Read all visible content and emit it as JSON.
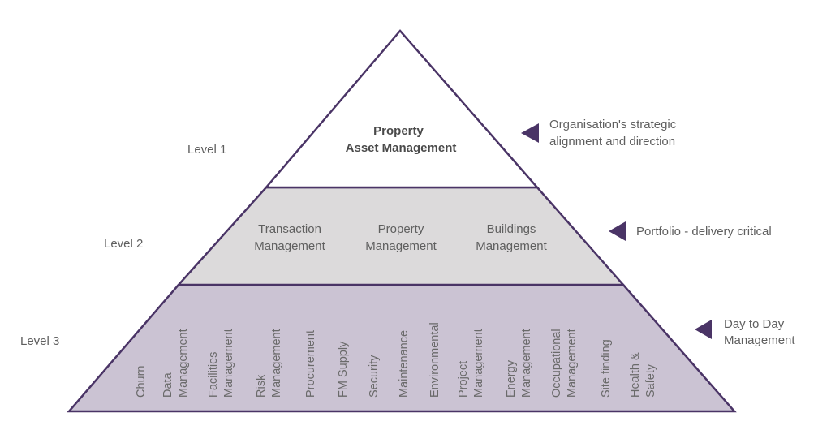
{
  "colors": {
    "outline": "#4a3466",
    "level1_fill": "#ffffff",
    "level2_fill": "#dcdadb",
    "level3_fill": "#cbc3d3",
    "arrow": "#4a3466"
  },
  "levels": [
    {
      "label": "Level 1",
      "items": [
        [
          "Property",
          "Asset Management"
        ]
      ],
      "description": [
        "Organisation's strategic",
        "alignment and direction"
      ]
    },
    {
      "label": "Level 2",
      "items": [
        [
          "Transaction",
          "Management"
        ],
        [
          "Property",
          "Management"
        ],
        [
          "Buildings",
          "Management"
        ]
      ],
      "description": [
        "Portfolio - delivery critical"
      ]
    },
    {
      "label": "Level 3",
      "items": [
        [
          "Churn"
        ],
        [
          "Data",
          "Management"
        ],
        [
          "Facilities",
          "Management"
        ],
        [
          "Risk",
          "Management"
        ],
        [
          "Procurement"
        ],
        [
          "FM Supply"
        ],
        [
          "Security"
        ],
        [
          "Maintenance"
        ],
        [
          "Environmental"
        ],
        [
          "Project",
          "Management"
        ],
        [
          "Energy",
          "Management"
        ],
        [
          "Occupational",
          "Management"
        ],
        [
          "Site finding"
        ],
        [
          "Health &",
          "Safety"
        ]
      ],
      "description": [
        "Day to Day",
        "Management"
      ]
    }
  ]
}
